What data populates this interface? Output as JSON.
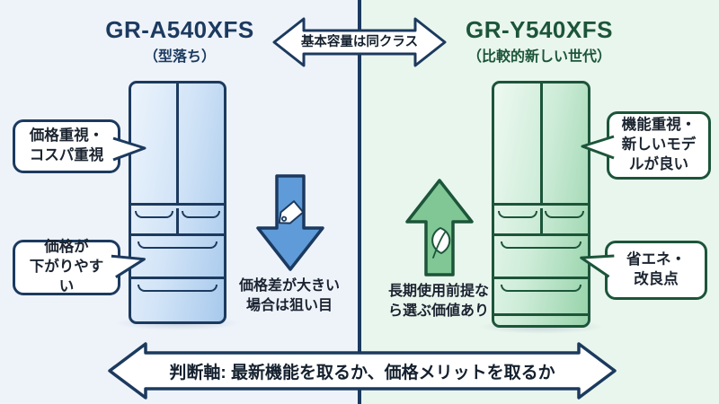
{
  "header": {
    "left_model": "GR-A540XFS",
    "left_note": "（型落ち）",
    "right_model": "GR-Y540XFS",
    "right_note": "（比較的新しい世代）",
    "capacity_banner": "基本容量は同クラス"
  },
  "left_panel": {
    "callout_top": "価格重視・\nコスパ重視",
    "callout_bottom": "価格が\n下がりやすい",
    "arrow_caption": "価格差が大きい\n場合は狙い目"
  },
  "right_panel": {
    "callout_top": "機能重視・\n新しいモデ\nルが良い",
    "callout_bottom": "省エネ・\n改良点",
    "arrow_caption": "長期使用前提な\nら選ぶ価値あり"
  },
  "footer": {
    "decision_banner": "判断軸: 最新機能を取るか、価格メリットを取るか"
  },
  "icons": {
    "down_arrow": "down-arrow-icon",
    "up_arrow": "up-arrow-icon",
    "price_tag": "price-tag-icon",
    "leaf": "leaf-icon",
    "capacity": "double-arrow-icon",
    "decision": "double-arrow-icon"
  },
  "colors": {
    "left_bg": "#eef3fa",
    "right_bg": "#e9f6ed",
    "navy": "#1c3a5f",
    "dark_green": "#1c5539",
    "down_arrow_fill": "#5f9bd8",
    "up_arrow_fill": "#80c795"
  }
}
